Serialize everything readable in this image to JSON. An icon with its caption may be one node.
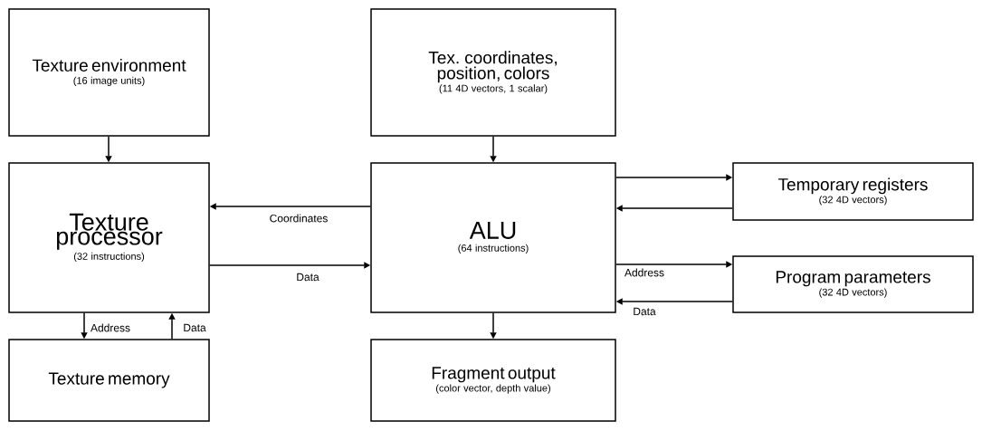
{
  "diagram": {
    "nodes": [
      {
        "text": [
          "Texture environment",
          "(16 image units)"
        ]
      },
      {
        "text": [
          "Tex. coordinates, position, colors",
          "(11 4D vectors, 1 scalar)"
        ]
      },
      {
        "text": [
          "Texture processor",
          "(32 instructions)"
        ]
      },
      {
        "text": [
          "ALU",
          "(64 instructions)"
        ]
      },
      {
        "text": [
          "Temporary registers",
          "(32 4D vectors)"
        ]
      },
      {
        "text": [
          "Program parameters",
          "(32 4D vectors)"
        ]
      },
      {
        "text": [
          "Texture memory"
        ]
      },
      {
        "text": [
          "Fragment output",
          "(color vector, depth value)"
        ]
      }
    ],
    "edges": [
      {
        "from": 0,
        "to": 2,
        "arrow": "to"
      },
      {
        "from": 1,
        "to": 3,
        "arrow": "to"
      },
      {
        "from": 3,
        "to": 2,
        "arrow": "to",
        "label": "Coordinates"
      },
      {
        "from": 2,
        "to": 3,
        "arrow": "to",
        "label": "Data"
      },
      {
        "from": 3,
        "to": 4,
        "arrow": "to"
      },
      {
        "from": 4,
        "to": 3,
        "arrow": "to"
      },
      {
        "from": 3,
        "to": 5,
        "arrow": "to",
        "label": "Address"
      },
      {
        "from": 5,
        "to": 3,
        "arrow": "to",
        "label": "Data"
      },
      {
        "from": 2,
        "to": 6,
        "arrow": "to",
        "label": "Address"
      },
      {
        "from": 6,
        "to": 2,
        "arrow": "to",
        "label": "Data"
      },
      {
        "from": 3,
        "to": 7,
        "arrow": "to"
      }
    ]
  }
}
